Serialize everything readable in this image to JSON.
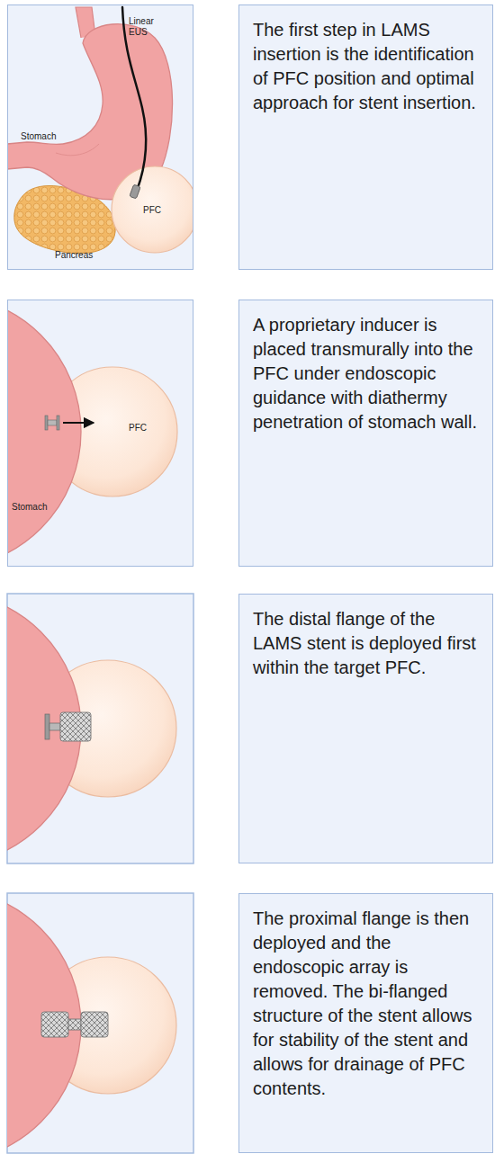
{
  "diagram": {
    "nodes": [
      {
        "text": [
          "Linear EUS",
          "Stomach",
          "PFC",
          "Pancreas"
        ]
      },
      {
        "text": [
          "The first step in LAMS insertion is the identification of PFC position and optimal approach for stent insertion."
        ]
      },
      {
        "text": [
          "PFC",
          "Stomach"
        ]
      },
      {
        "text": [
          "A proprietary inducer is placed transmurally into the PFC under endoscopic guidance with diathermy penetration of stomach wall."
        ]
      },
      {
        "text": [
          "The distal flange of the LAMS stent is deployed first within the target PFC."
        ]
      },
      {
        "text": [
          "The proximal flange is then deployed and the endoscopic array is removed. The bi-flanged structure of the stent allows for stability of the stent and allows for drainage of PFC contents."
        ]
      }
    ]
  }
}
